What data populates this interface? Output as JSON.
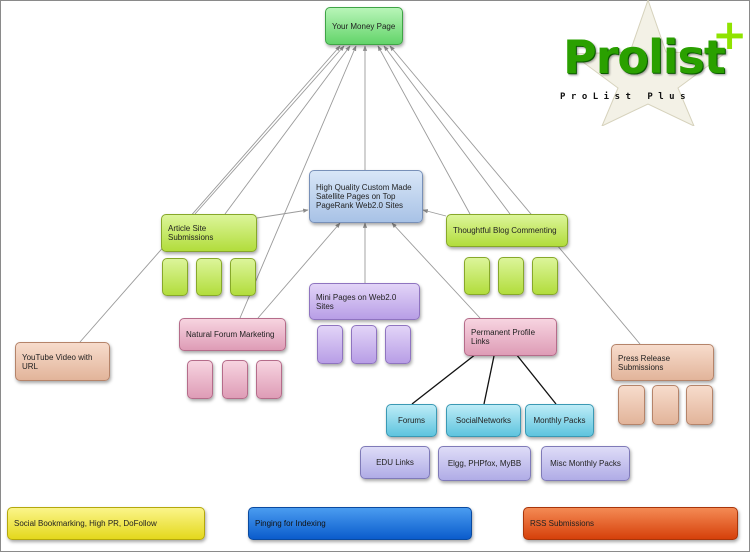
{
  "diagram": {
    "nodes": {
      "money_page": "Your Money Page",
      "satellite": "High Quality Custom Made Satellite Pages on Top PageRank Web2.0 Sites",
      "article": "Article Site Submissions",
      "blog": "Thoughtful Blog Commenting",
      "mini": "Mini Pages on Web2.0 Sites",
      "forum": "Natural Forum Marketing",
      "profile": "Permanent Profile Links",
      "youtube": "YouTube Video with URL",
      "press": "Press Release Submissions",
      "forums": "Forums",
      "social": "SocialNetworks",
      "monthly": "Monthly Packs",
      "edu": "EDU Links",
      "elgg": "Elgg, PHPfox, MyBB",
      "misc": "Misc Monthly Packs",
      "bookmark": "Social Bookmarking, High PR, DoFollow",
      "pinging": "Pinging for Indexing",
      "rss": "RSS Submissions"
    }
  },
  "logo": {
    "name": "Prolist",
    "plus": "+",
    "tagline": "ProList Plus"
  },
  "colors": {
    "green": "#b2dd3c",
    "mint": "#63d46a",
    "blue": "#a8c2e6",
    "violet": "#b89ee6",
    "pink": "#de9cb6",
    "peach": "#e2b49a",
    "teal": "#5ec4de",
    "lavender": "#b0ace6",
    "yellow": "#e4d81c",
    "royal_blue": "#0b5ccc",
    "orange": "#d6400a"
  }
}
